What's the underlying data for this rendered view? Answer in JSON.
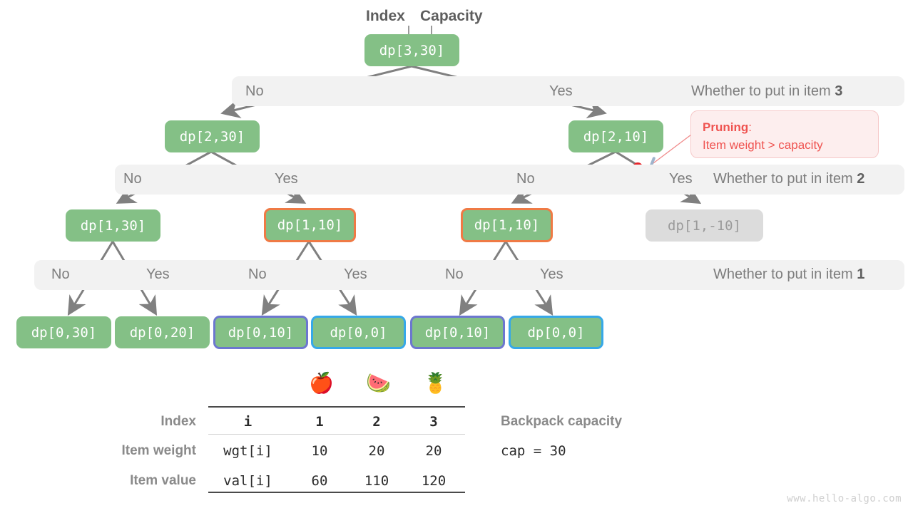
{
  "headers": {
    "index_label": "Index",
    "capacity_label": "Capacity"
  },
  "tree": {
    "root": {
      "label": "dp[3,30]"
    },
    "level2": [
      {
        "label": "dp[2,30]"
      },
      {
        "label": "dp[2,10]"
      }
    ],
    "level3": [
      {
        "label": "dp[1,30]",
        "border": "none"
      },
      {
        "label": "dp[1,10]",
        "border": "orange"
      },
      {
        "label": "dp[1,10]",
        "border": "orange"
      },
      {
        "label": "dp[1,-10]",
        "border": "muted"
      }
    ],
    "level4": [
      {
        "label": "dp[0,30]",
        "border": "none"
      },
      {
        "label": "dp[0,20]",
        "border": "none"
      },
      {
        "label": "dp[0,10]",
        "border": "purple"
      },
      {
        "label": "dp[0,0]",
        "border": "cyan"
      },
      {
        "label": "dp[0,10]",
        "border": "purple"
      },
      {
        "label": "dp[0,0]",
        "border": "cyan"
      }
    ]
  },
  "bands": [
    {
      "question": "Whether to put in item ",
      "item": "3",
      "choices": [
        "No",
        "Yes"
      ]
    },
    {
      "question": "Whether to put in item ",
      "item": "2",
      "choices": [
        "No",
        "Yes",
        "No",
        "Yes"
      ]
    },
    {
      "question": "Whether to put in item ",
      "item": "1",
      "choices": [
        "No",
        "Yes",
        "No",
        "Yes",
        "No",
        "Yes"
      ]
    }
  ],
  "pruning": {
    "title": "Pruning",
    "colon": ":",
    "reason": "Item weight > capacity",
    "icon": "scissors-icon"
  },
  "table": {
    "emojis": [
      "🍎",
      "🍉",
      "🍍"
    ],
    "row_labels": [
      "Index",
      "Item weight",
      "Item value"
    ],
    "first_col": [
      "i",
      "wgt[i]",
      "val[i]"
    ],
    "columns": [
      "1",
      "2",
      "3"
    ],
    "rows": [
      [
        "1",
        "2",
        "3"
      ],
      [
        "10",
        "20",
        "20"
      ],
      [
        "60",
        "110",
        "120"
      ]
    ]
  },
  "capacity": {
    "label": "Backpack capacity",
    "value": "cap = 30"
  },
  "watermark": "www.hello-algo.com",
  "colors": {
    "node_green": "#84c086",
    "border_orange": "#ef7a45",
    "border_purple": "#6c77cf",
    "border_cyan": "#36a8e8",
    "band_gray": "#f2f2f2",
    "muted_gray": "#dcdcdc",
    "pruning_red": "#ef5350",
    "arrow_gray": "#808080"
  }
}
